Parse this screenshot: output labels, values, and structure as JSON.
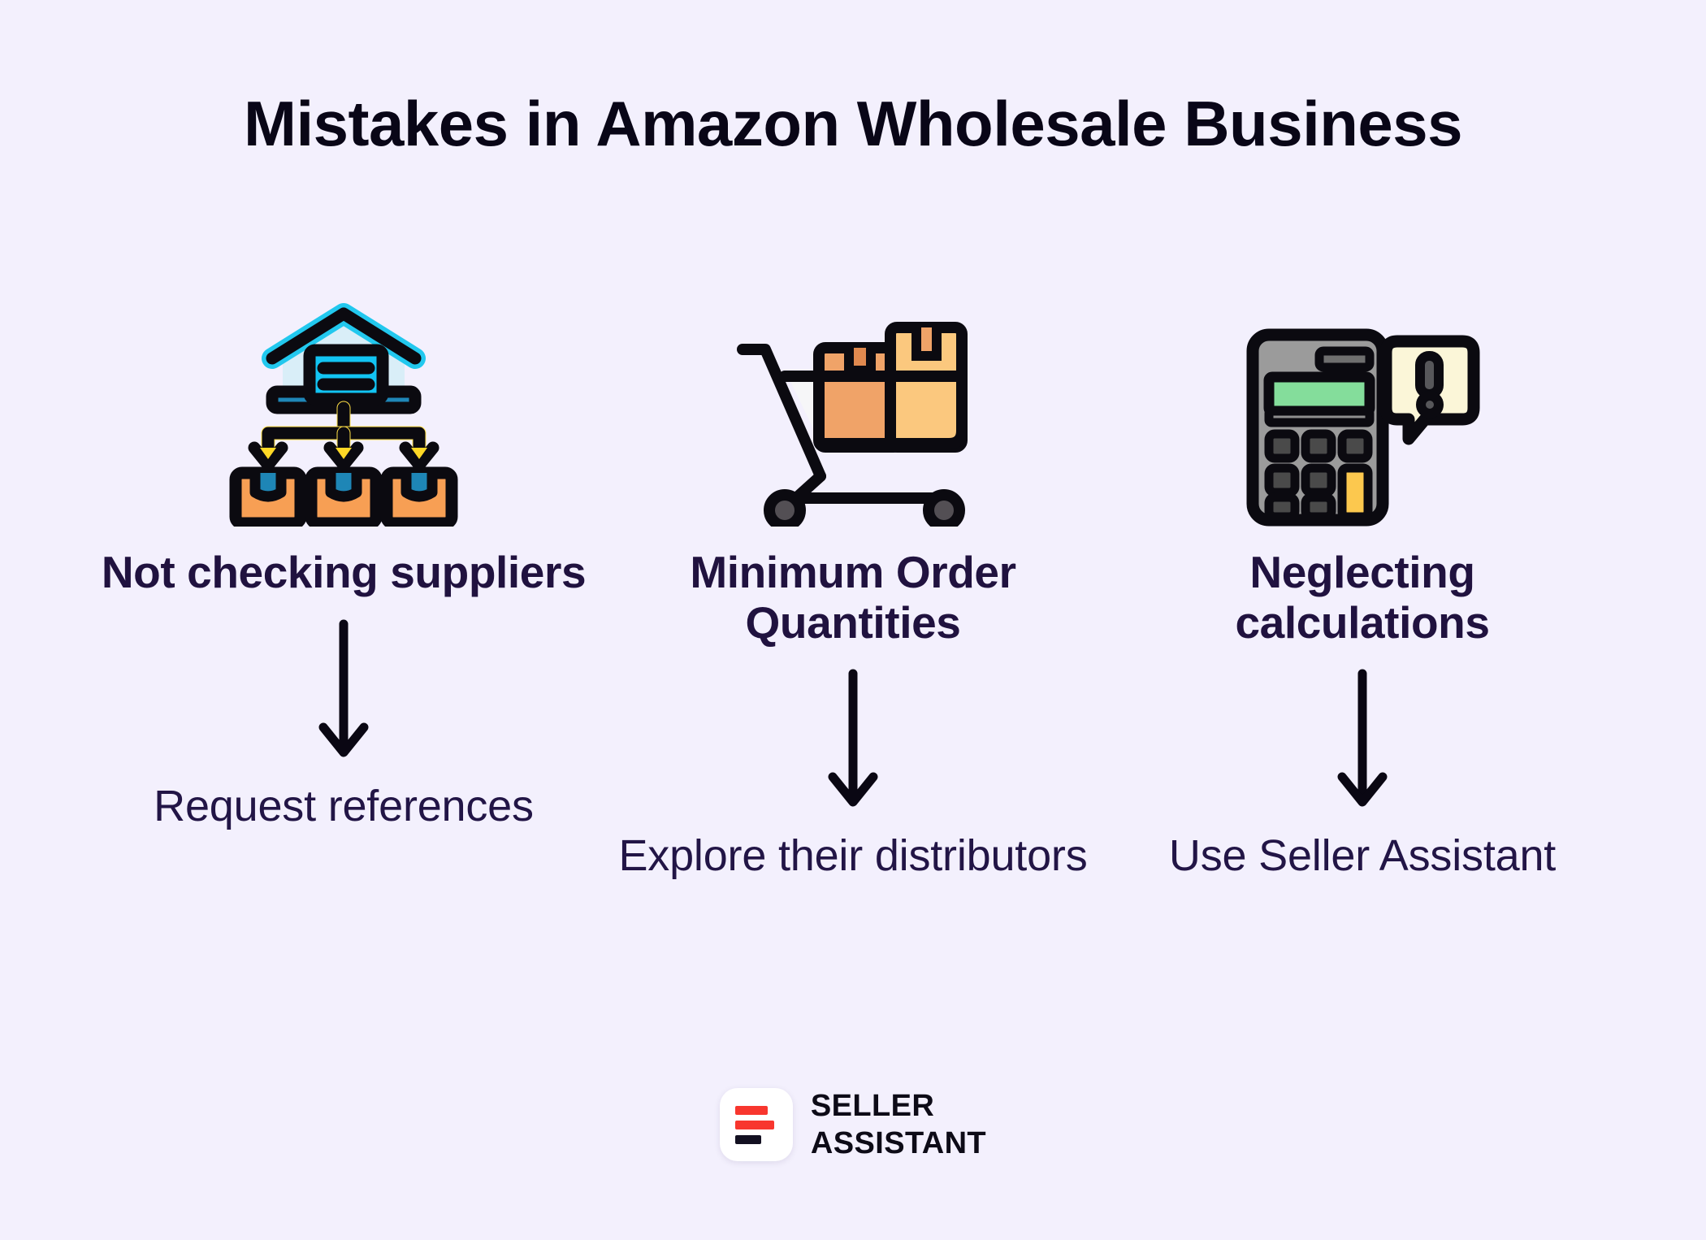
{
  "page": {
    "background_color": "#f3f0fd",
    "title": "Mistakes in Amazon Wholesale Business"
  },
  "theme": {
    "title_color": "#090617",
    "mistake_color": "#20123f",
    "solution_color": "#221546",
    "arrow_color": "#0a0713",
    "logo_red": "#f8362e",
    "logo_dark": "#131021"
  },
  "columns": [
    {
      "icon": "warehouse-distribution-icon",
      "mistake": "Not checking suppliers",
      "arrow": "down-arrow-icon",
      "solution": "Request references"
    },
    {
      "icon": "shopping-cart-boxes-icon",
      "mistake": "Minimum Order Quantities",
      "arrow": "down-arrow-icon",
      "solution": "Explore their distributors"
    },
    {
      "icon": "calculator-warning-icon",
      "mistake": "Neglecting calculations",
      "arrow": "down-arrow-icon",
      "solution": "Use Seller Assistant"
    }
  ],
  "footer": {
    "logo_icon": "seller-assistant-logo-icon",
    "brand_line1": "SELLER",
    "brand_line2": "ASSISTANT"
  }
}
